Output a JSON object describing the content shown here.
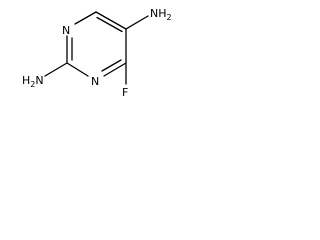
{
  "structure": {
    "atoms": {
      "n1": {
        "element": "N"
      },
      "n3": {
        "element": "N"
      },
      "amine_top": {
        "label": "NH",
        "sub": "2"
      },
      "amine_left": {
        "label": "H",
        "sub": "2",
        "tail": "N"
      },
      "fluoro": {
        "label": "F"
      }
    }
  }
}
